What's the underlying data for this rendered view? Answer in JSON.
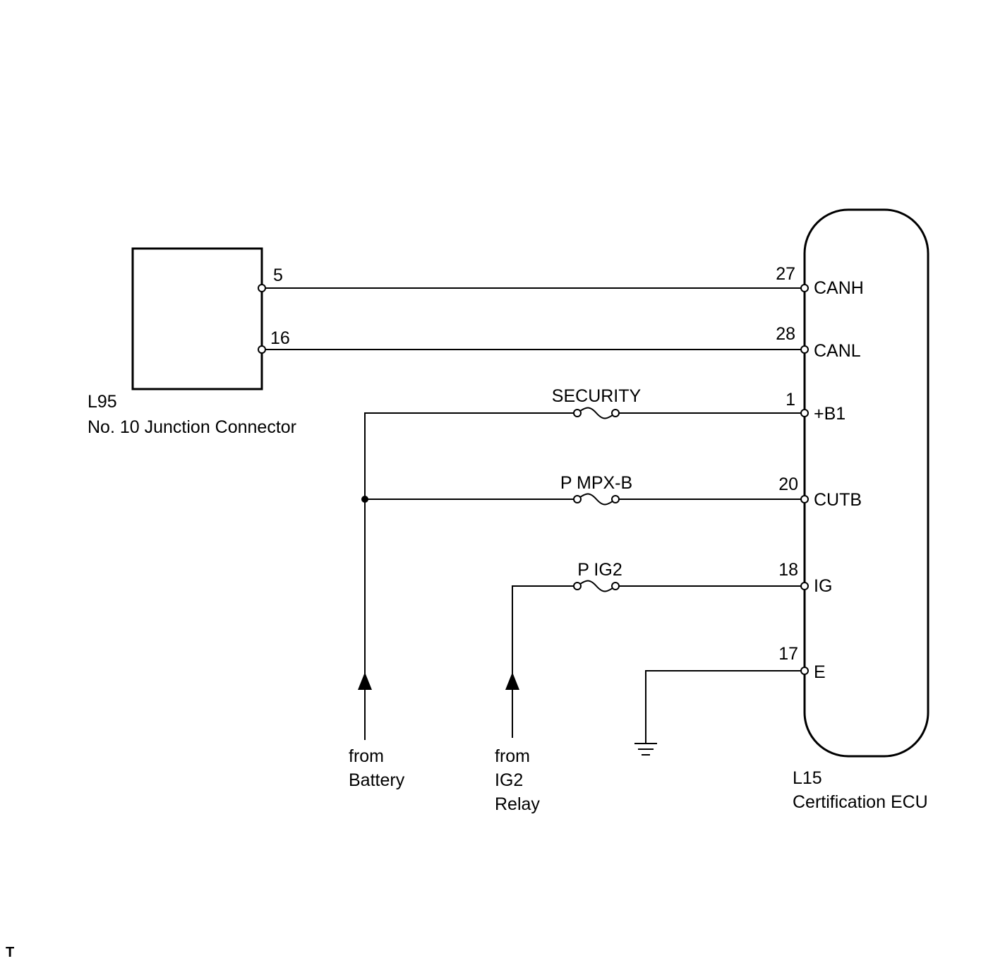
{
  "junction_connector": {
    "code": "L95",
    "name": "No. 10 Junction Connector",
    "pins": [
      "5",
      "16"
    ]
  },
  "ecu": {
    "code": "L15",
    "name": "Certification ECU",
    "terminals": [
      {
        "pin": "27",
        "label": "CANH"
      },
      {
        "pin": "28",
        "label": "CANL"
      },
      {
        "pin": "1",
        "label": "+B1"
      },
      {
        "pin": "20",
        "label": "CUTB"
      },
      {
        "pin": "18",
        "label": "IG"
      },
      {
        "pin": "17",
        "label": "E"
      }
    ]
  },
  "fuses": [
    "SECURITY",
    "P MPX-B",
    "P IG2"
  ],
  "sources": {
    "battery": [
      "from",
      "Battery"
    ],
    "ig2_relay": [
      "from",
      "IG2",
      "Relay"
    ]
  },
  "corner_mark": "T"
}
